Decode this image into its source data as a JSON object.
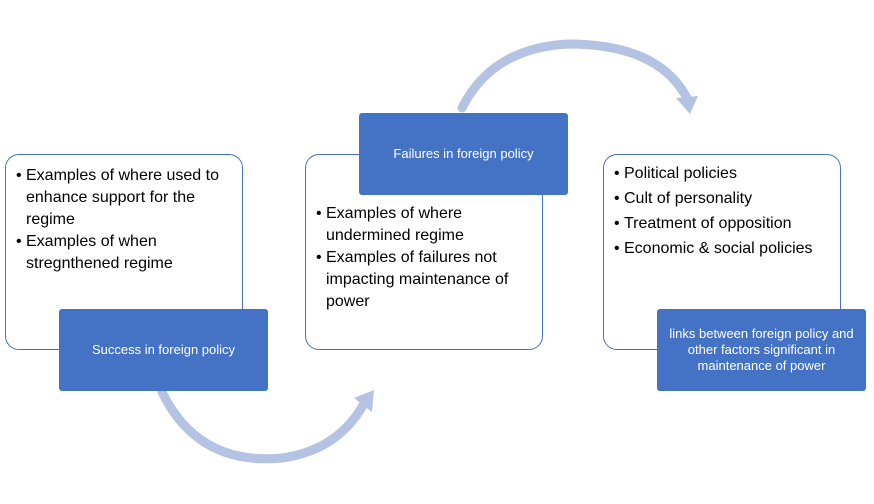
{
  "colors": {
    "accent": "#4472c4",
    "arrow": "#b4c2e3",
    "card_border": "#4472c4",
    "text": "#000000"
  },
  "steps": [
    {
      "label": "Success in foreign policy",
      "bullets": [
        "Examples of where used to enhance support for the regime",
        "Examples of when stregnthened regime"
      ]
    },
    {
      "label": "Failures in foreign policy",
      "bullets": [
        "Examples of where undermined regime",
        "Examples of failures not impacting maintenance of power"
      ]
    },
    {
      "label": "links between foreign policy and other factors significant in maintenance of power",
      "bullets": [
        "Political policies",
        "Cult of personality",
        "Treatment of opposition",
        "Economic & social policies"
      ]
    }
  ]
}
